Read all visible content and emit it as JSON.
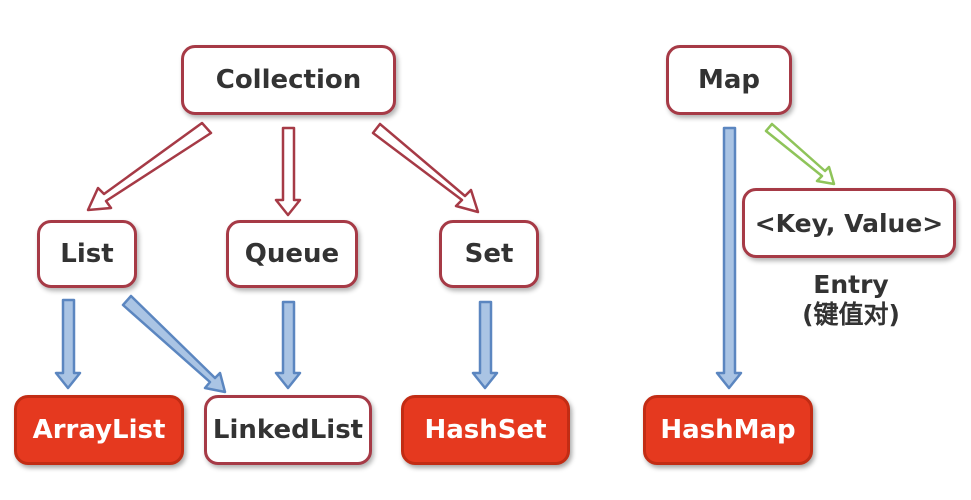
{
  "nodes": {
    "collection": "Collection",
    "list": "List",
    "queue": "Queue",
    "set": "Set",
    "arraylist": "ArrayList",
    "linkedlist": "LinkedList",
    "hashset": "HashSet",
    "map": "Map",
    "keyvalue": "<Key, Value>",
    "hashmap": "HashMap"
  },
  "entry": {
    "title": "Entry",
    "subtitle": "(键值对)"
  },
  "colors": {
    "interface_border": "#a63a46",
    "implementation_fill": "#e5391f",
    "extends_arrow": "#a63a46",
    "implements_arrow": "#5b86c0",
    "entry_arrow": "#8fc45a"
  }
}
